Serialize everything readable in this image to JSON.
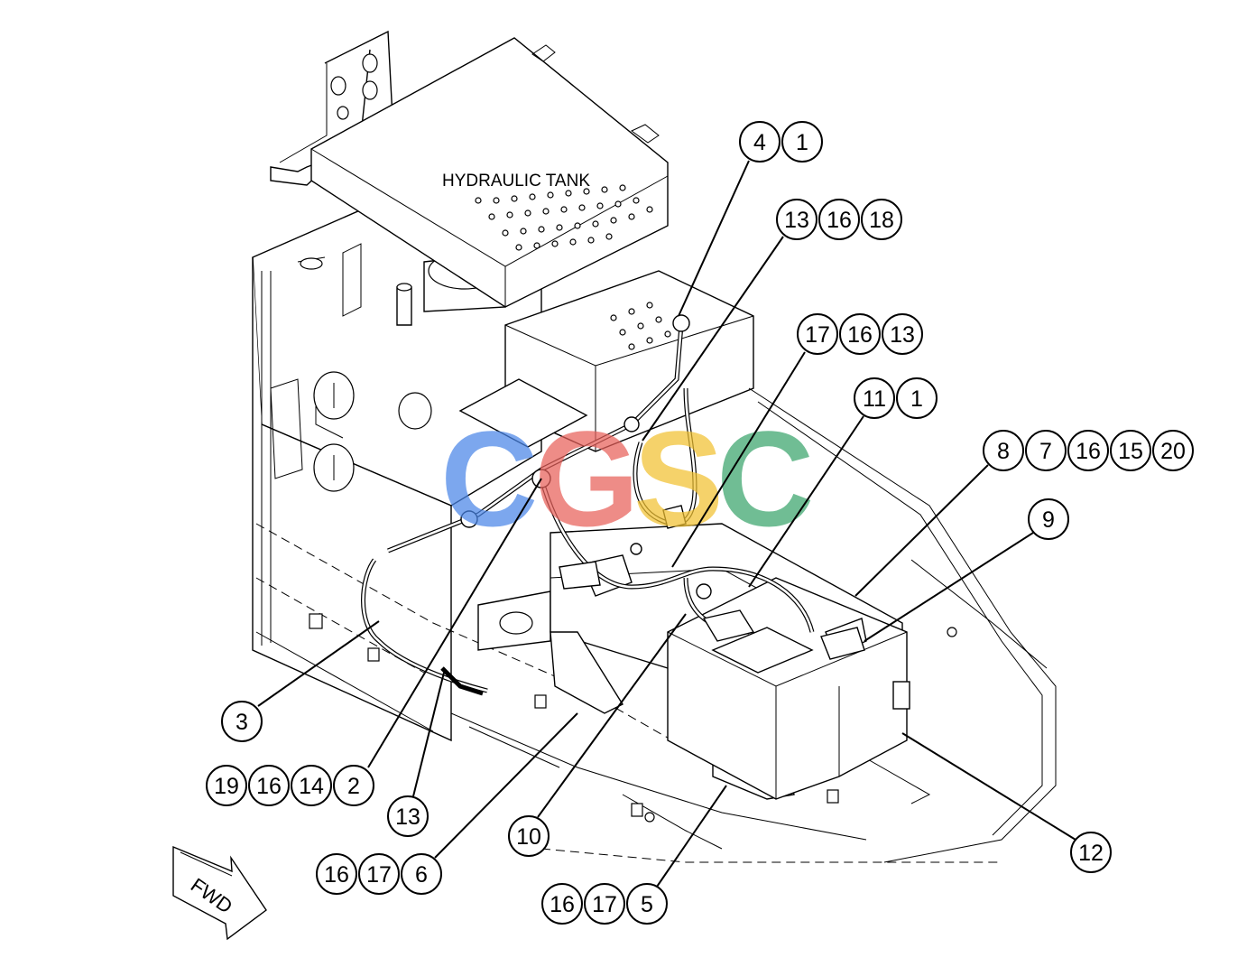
{
  "diagram": {
    "tank_label": "HYDRAULIC TANK",
    "fwd_label": "FWD"
  },
  "watermark": {
    "letters": [
      "C",
      "G",
      "S",
      "C"
    ],
    "colors": [
      "#4a86e8",
      "#e8605a",
      "#f2c232",
      "#3aa56b"
    ]
  },
  "callouts": [
    {
      "numbers": [
        "4",
        "1"
      ]
    },
    {
      "numbers": [
        "13",
        "16",
        "18"
      ]
    },
    {
      "numbers": [
        "17",
        "16",
        "13"
      ]
    },
    {
      "numbers": [
        "11",
        "1"
      ]
    },
    {
      "numbers": [
        "8",
        "7",
        "16",
        "15",
        "20"
      ]
    },
    {
      "numbers": [
        "9"
      ]
    },
    {
      "numbers": [
        "3"
      ]
    },
    {
      "numbers": [
        "19",
        "16",
        "14",
        "2"
      ]
    },
    {
      "numbers": [
        "13"
      ]
    },
    {
      "numbers": [
        "10"
      ]
    },
    {
      "numbers": [
        "16",
        "17",
        "6"
      ]
    },
    {
      "numbers": [
        "16",
        "17",
        "5"
      ]
    },
    {
      "numbers": [
        "12"
      ]
    }
  ]
}
